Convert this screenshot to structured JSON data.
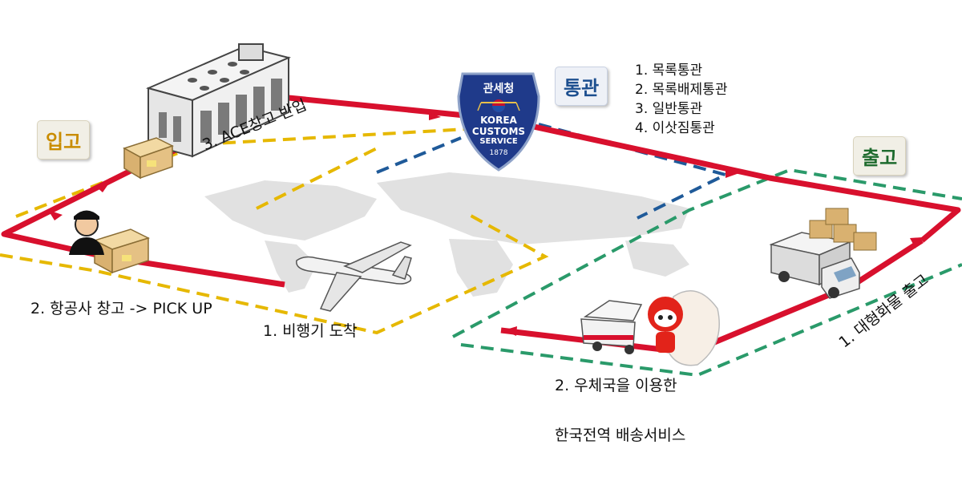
{
  "badges": {
    "inbound": "입고",
    "clearance": "통관",
    "outbound": "출고"
  },
  "clearance_types": [
    "1. 목록통관",
    "2. 목록배제통관",
    "3. 일반통관",
    "4. 이삿짐통관"
  ],
  "customs_shield": {
    "top": "관세청",
    "line1": "KOREA",
    "line2": "CUSTOMS",
    "line3": "SERVICE",
    "year": "1878"
  },
  "steps": {
    "airplane": "1. 비행기 도착",
    "pickup": "2. 항공사 창고 -> PICK UP",
    "warehouse": "3. ACE창고 반입",
    "large_cargo": "1. 대형화물 출고",
    "postal_line1": "2. 우체국을 이용한",
    "postal_line2": "한국전역 배송서비스"
  },
  "colors": {
    "red_route": "#d8102d",
    "yellow_dash": "#e6b800",
    "blue_dash": "#1f5a99",
    "green_dash": "#2a9a6a",
    "inbound_badge_text": "#c98c00",
    "clearance_badge_text": "#1d4f8f",
    "outbound_badge_text": "#1e6b2e",
    "map": "#dcdcdc"
  }
}
